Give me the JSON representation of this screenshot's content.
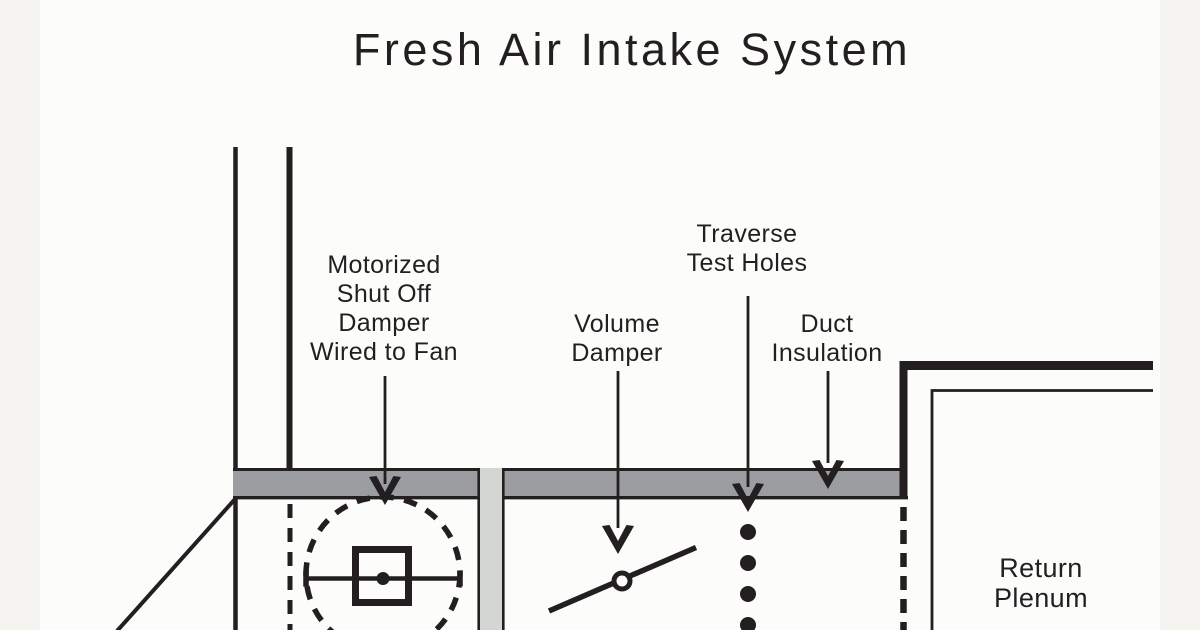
{
  "title": "Fresh Air Intake System",
  "labels": {
    "motorized_damper": "Motorized\nShut Off\nDamper\nWired to Fan",
    "volume_damper": "Volume\nDamper",
    "traverse_test_holes": "Traverse\nTest Holes",
    "duct_insulation": "Duct\nInsulation",
    "return_plenum": "Return\nPlenum"
  },
  "colors": {
    "ink": "#231f20",
    "duct_fill": "#9b9da0",
    "riser_fill": "#d4d6d3",
    "background": "#fcfcfa",
    "edge_strip": "#f4f3f0"
  }
}
